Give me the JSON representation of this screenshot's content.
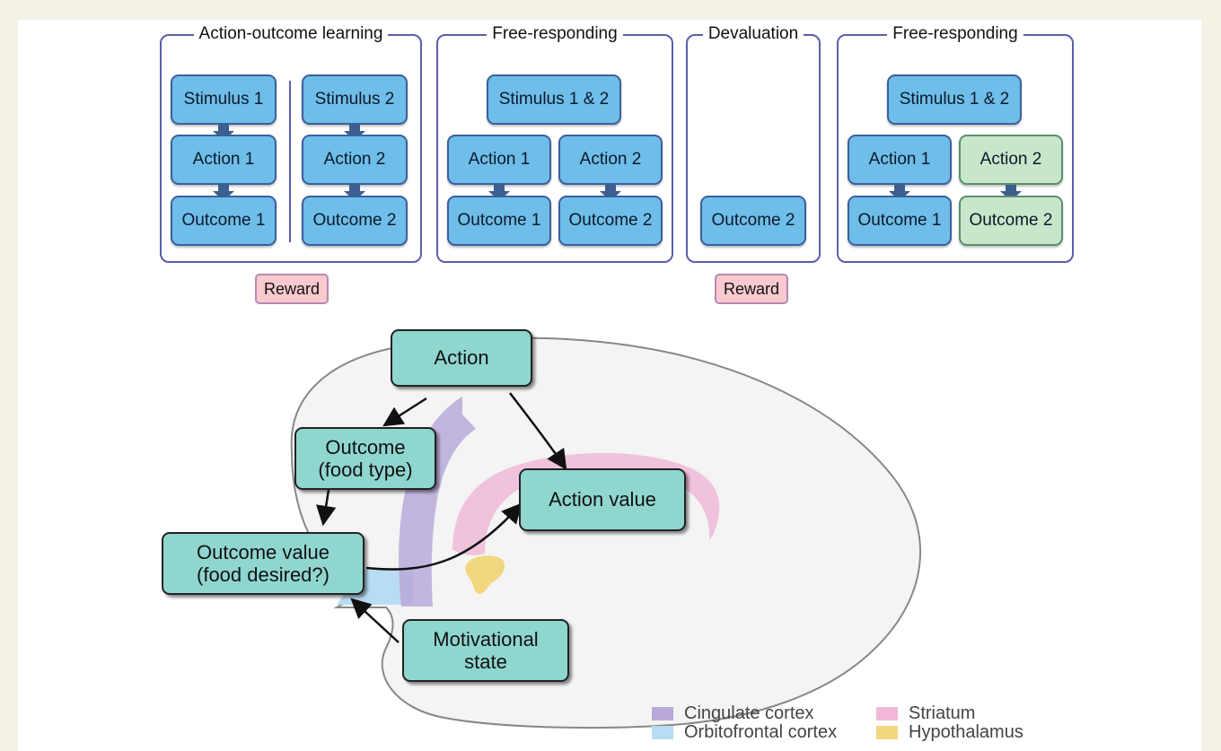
{
  "phases": [
    {
      "title": "Action-outcome learning"
    },
    {
      "title": "Free-responding"
    },
    {
      "title": "Devaluation"
    },
    {
      "title": "Free-responding"
    }
  ],
  "boxes": {
    "p1_stimulus1": "Stimulus 1",
    "p1_action1": "Action 1",
    "p1_outcome1": "Outcome 1",
    "p1_stimulus2": "Stimulus 2",
    "p1_action2": "Action 2",
    "p1_outcome2": "Outcome 2",
    "p2_stimulus": "Stimulus 1 & 2",
    "p2_action1": "Action 1",
    "p2_action2": "Action 2",
    "p2_outcome1": "Outcome 1",
    "p2_outcome2": "Outcome 2",
    "p3_outcome2": "Outcome 2",
    "p4_stimulus": "Stimulus 1 & 2",
    "p4_action1": "Action 1",
    "p4_action2": "Action 2",
    "p4_outcome1": "Outcome 1",
    "p4_outcome2": "Outcome 2"
  },
  "rewards": [
    "Reward",
    "Reward"
  ],
  "brain_nodes": {
    "action": "Action",
    "outcome_line1": "Outcome",
    "outcome_line2": "(food type)",
    "outcome_value_line1": "Outcome value",
    "outcome_value_line2": "(food desired?)",
    "action_value": "Action value",
    "motivational_line1": "Motivational",
    "motivational_line2": "state"
  },
  "legend": [
    {
      "label": "Cingulate cortex",
      "color": "#b8a9d9"
    },
    {
      "label": "Orbitofrontal cortex",
      "color": "#b8dcf2"
    },
    {
      "label": "Striatum",
      "color": "#f0b8d6"
    },
    {
      "label": "Hypothalamus",
      "color": "#f2d77e"
    }
  ],
  "colors": {
    "phase_border": "#5b5fa8",
    "box_blue": "#6fbde9",
    "box_green": "#c8e6c9",
    "reward_pink": "#f8c9cf",
    "teal_node": "#8fd6cf"
  }
}
